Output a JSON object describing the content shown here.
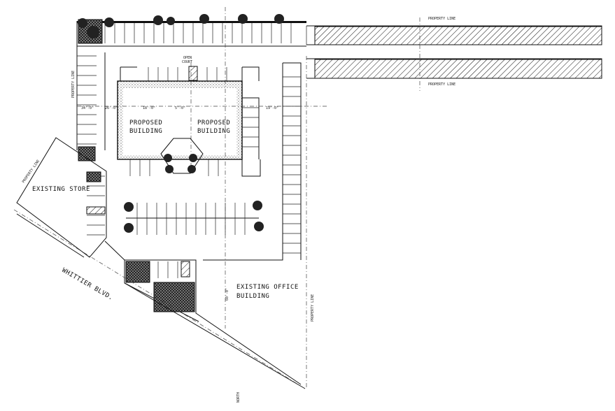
{
  "labels": {
    "property_line": "PROPERTY LINE",
    "proposed_building": "PROPOSED",
    "proposed_building_2": "BUILDING",
    "existing_store": "EXISTING STORE",
    "existing_office_1": "EXISTING OFFICE",
    "existing_office_2": "BUILDING",
    "street": "WHITTIER BLVD.",
    "open_court_1": "OPEN",
    "open_court_2": "COURT",
    "north": "NORTH"
  },
  "dimensions": {
    "d1": "34'-0\"",
    "d2": "26'-0\"",
    "d3": "18'-0\"",
    "d4": "5'-0\"",
    "d5": "19'-0\"",
    "d6": "60'-0\""
  }
}
